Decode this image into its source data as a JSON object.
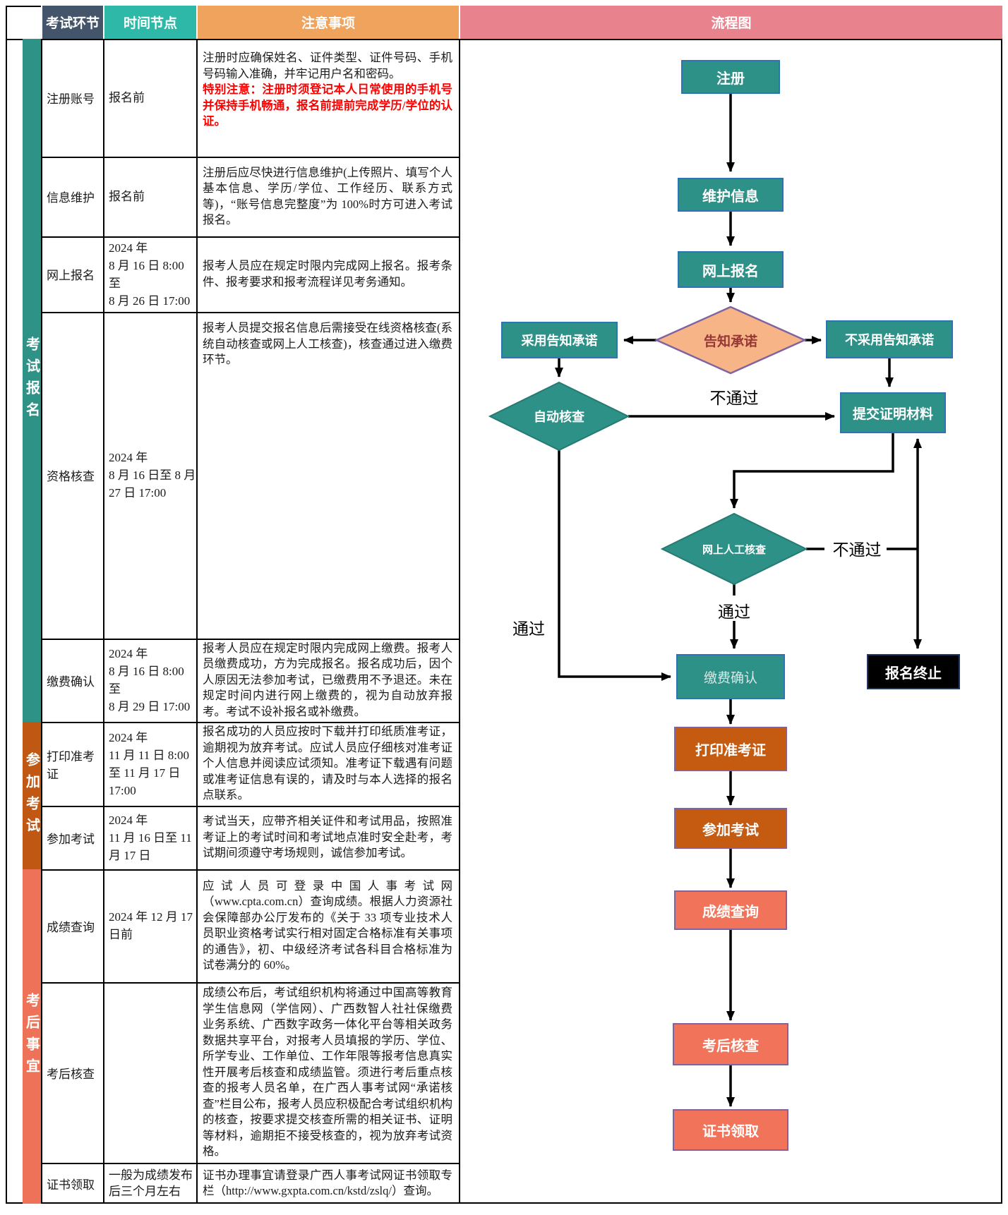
{
  "table": {
    "header": {
      "stage": "考试环节",
      "time": "时间节点",
      "notes": "注意事项",
      "flow": "流程图"
    },
    "groups": [
      {
        "label": "考试报名"
      },
      {
        "label": "参加考试"
      },
      {
        "label": "考后事宜"
      }
    ],
    "rows": [
      {
        "stage": "注册账号",
        "time": "报名前",
        "notes": "注册时应确保姓名、证件类型、证件号码、手机号码输入准确，并牢记用户名和密码。",
        "notes_red": "特别注意：注册时须登记本人日常使用的手机号并保持手机畅通，报名前提前完成学历/学位的认证。"
      },
      {
        "stage": "信息维护",
        "time": "报名前",
        "notes": "注册后应尽快进行信息维护(上传照片、填写个人基本信息、学历/学位、工作经历、联系方式等)，“账号信息完整度”为 100%时方可进入考试报名。"
      },
      {
        "stage": "网上报名",
        "time": "2024 年\n8 月 16 日 8:00 至\n8 月 26 日 17:00",
        "notes": "报考人员应在规定时限内完成网上报名。报考条件、报考要求和报考流程详见考务通知。"
      },
      {
        "stage": "资格核查",
        "time": "2024 年\n8 月 16 日至 8 月\n27 日 17:00",
        "notes": "报考人员提交报名信息后需接受在线资格核查(系统自动核查或网上人工核查)，核查通过进入缴费环节。"
      },
      {
        "stage": "缴费确认",
        "time": "2024 年\n8 月 16 日 8:00 至\n8 月 29 日 17:00",
        "notes": "报考人员应在规定时限内完成网上缴费。报考人员缴费成功，方为完成报名。报名成功后，因个人原因无法参加考试，已缴费用不予退还。未在规定时间内进行网上缴费的，视为自动放弃报考。考试不设补报名或补缴费。"
      },
      {
        "stage": "打印准考证",
        "time": "2024 年\n11 月 11 日 8:00\n至 11 月 17 日\n17:00",
        "notes": "报名成功的人员应按时下载并打印纸质准考证，逾期视为放弃考试。应试人员应仔细核对准考证个人信息并阅读应试须知。准考证下载遇有问题或准考证信息有误的，请及时与本人选择的报名点联系。"
      },
      {
        "stage": "参加考试",
        "time": "2024 年\n11 月 16 日至 11\n月 17 日",
        "notes": "考试当天，应带齐相关证件和考试用品，按照准考证上的考试时间和考试地点准时安全赴考，考试期间须遵守考场规则，诚信参加考试。"
      },
      {
        "stage": "成绩查询",
        "time": "2024 年 12 月 17\n日前",
        "notes": "应试人员可登录中国人事考试网（www.cpta.com.cn）查询成绩。根据人力资源社会保障部办公厅发布的《关于 33 项专业技术人员职业资格考试实行相对固定合格标准有关事项的通告》，初、中级经济考试各科目合格标准为试卷满分的 60%。"
      },
      {
        "stage": "考后核查",
        "time": "",
        "notes": "成绩公布后，考试组织机构将通过中国高等教育学生信息网（学信网）、广西数智人社社保缴费业务系统、广西数字政务一体化平台等相关政务数据共享平台，对报考人员填报的学历、学位、所学专业、工作单位、工作年限等报考信息真实性开展考后核查和成绩监管。须进行考后重点核查的报考人员名单，在广西人事考试网“承诺核查”栏目公布，报考人员应积极配合考试组织机构的核查，按要求提交核查所需的相关证书、证明等材料，逾期拒不接受核查的，视为放弃考试资格。"
      },
      {
        "stage": "证书领取",
        "time": "一般为成绩发布\n后三个月左右",
        "notes": "证书办理事宜请登录广西人事考试网证书领取专栏（http://www.gxpta.com.cn/kstd/zslq/）查询。"
      }
    ]
  },
  "flow": {
    "nodes": {
      "register": "注册",
      "maintain": "维护信息",
      "online_signup": "网上报名",
      "notice_commit": "告知承诺",
      "use_commit": "采用告知承诺",
      "no_commit": "不采用告知承诺",
      "auto_check": "自动核查",
      "submit_proof": "提交证明材料",
      "manual_check": "网上人工核查",
      "pay_confirm": "缴费确认",
      "end_signup": "报名终止",
      "print_ticket": "打印准考证",
      "take_exam": "参加考试",
      "score_query": "成绩查询",
      "post_check": "考后核查",
      "get_cert": "证书领取"
    },
    "labels": {
      "fail_top": "不通过",
      "fail_mid": "不通过",
      "pass_left": "通过",
      "pass_mid": "通过"
    }
  },
  "colors": {
    "header_dark": "#44546A",
    "header_teal": "#2EB8A8",
    "header_orange": "#F0A35C",
    "header_pink": "#E8838E",
    "bar_teal": "#2E9287",
    "bar_orange": "#C05712",
    "bar_salmon": "#EE7257",
    "node_teal": "#2E9188",
    "node_border_blue": "#2E74B5",
    "diamond_orange": "#F6B487",
    "node_dark_orange": "#C55A11",
    "node_salmon": "#F0735A",
    "node_border_purple": "#8064A2",
    "terminate_black": "#000000",
    "warning_red": "#FF0000"
  }
}
